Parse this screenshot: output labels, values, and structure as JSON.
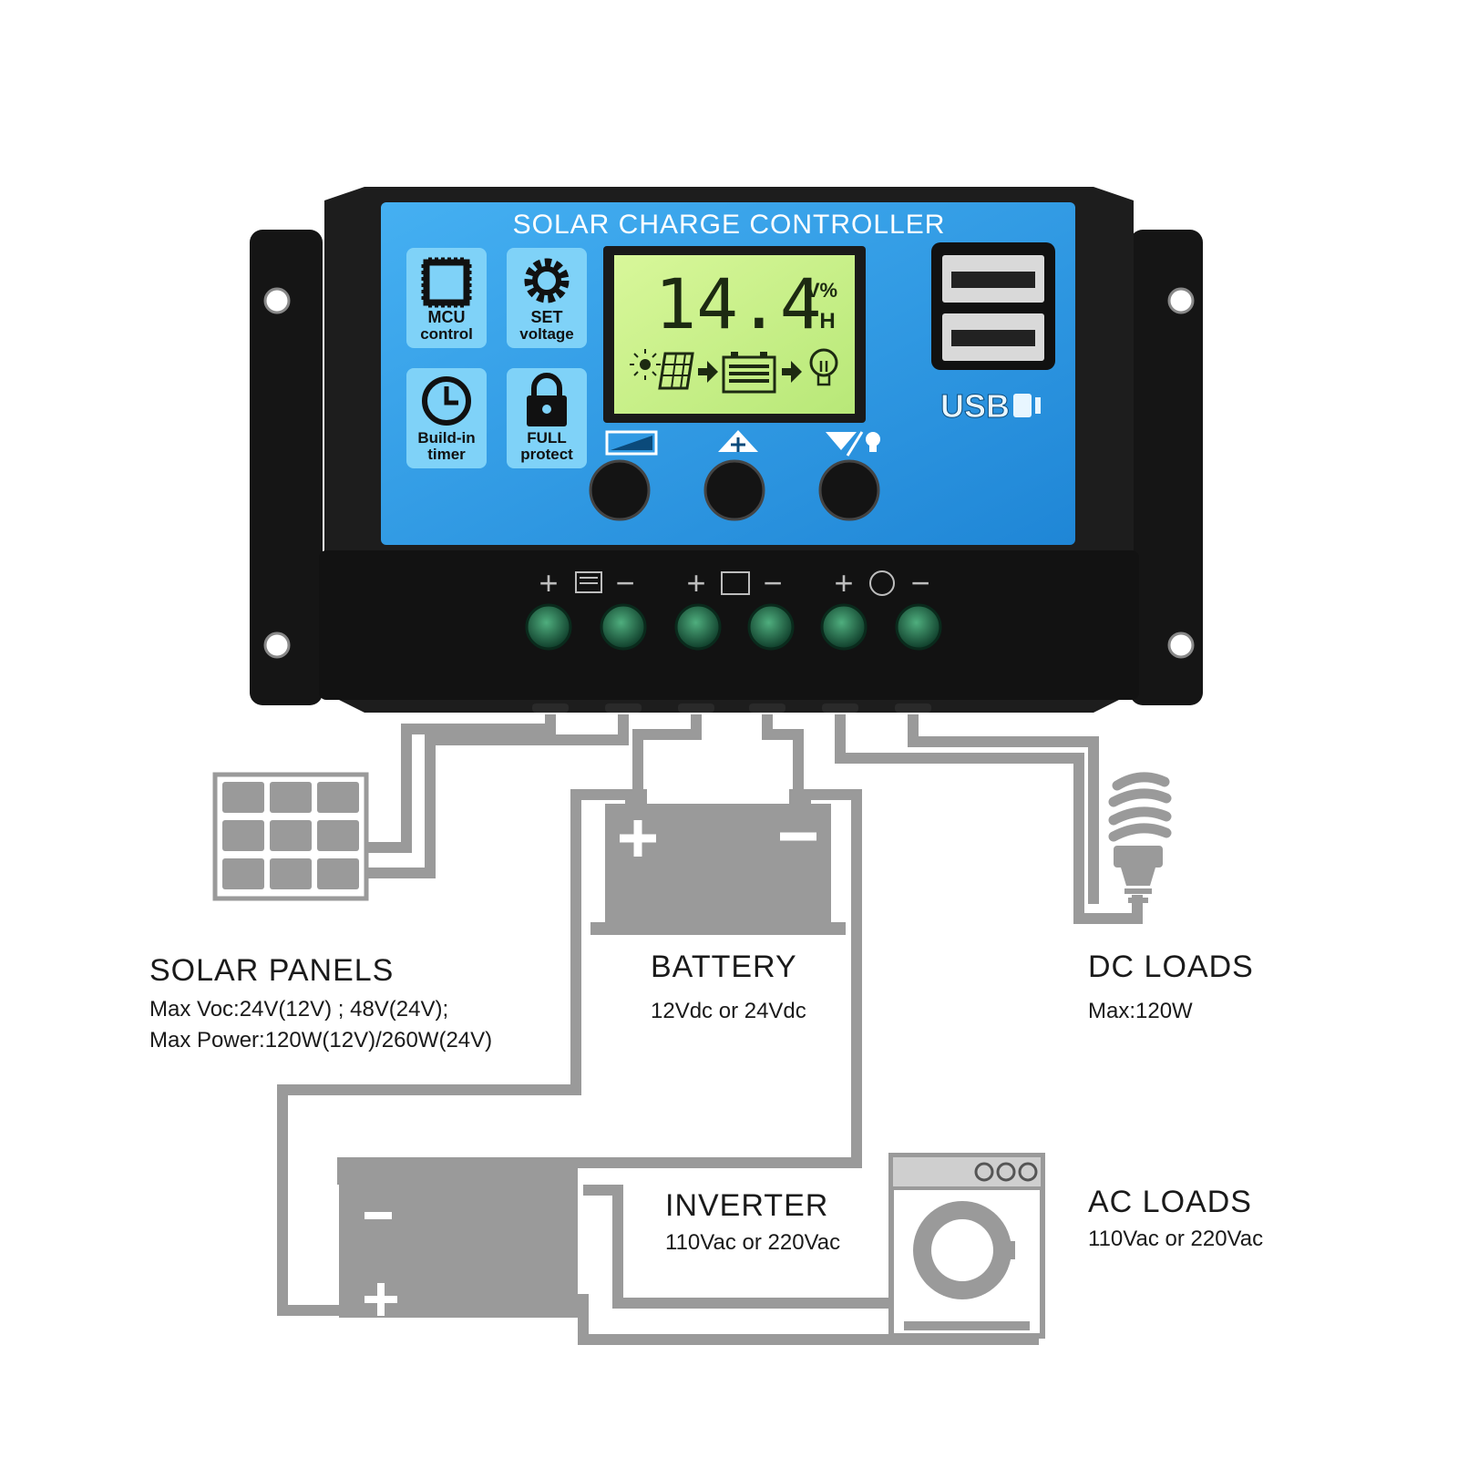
{
  "controller": {
    "title": "SOLAR CHARGE CONTROLLER",
    "features": [
      {
        "line1": "MCU",
        "line2": "control",
        "icon": "chip-icon"
      },
      {
        "line1": "SET",
        "line2": "voltage",
        "icon": "gear-icon"
      },
      {
        "line1": "Build-in",
        "line2": "timer",
        "icon": "clock-icon"
      },
      {
        "line1": "FULL",
        "line2": "protect",
        "icon": "lock-icon"
      }
    ],
    "lcd": {
      "reading": "14.4",
      "unit_top": "V%",
      "unit_bottom": "H"
    },
    "usb_label": "USB",
    "buttons": [
      "battery-menu-button",
      "up-button",
      "down-light-button"
    ],
    "terminal_signs": {
      "plus": "+",
      "minus": "−"
    },
    "colors": {
      "panel_blue": "#2f9be6",
      "lcd_green": "#c9f08a",
      "housing": "#1b1b1b",
      "terminal_green": "#1f6a4e",
      "wire_gray": "#9a9a9a"
    }
  },
  "components": {
    "solar_panels": {
      "title": "SOLAR  PANELS",
      "lines": [
        "Max  Voc:24V(12V) ; 48V(24V);",
        "Max  Power:120W(12V)/260W(24V)"
      ]
    },
    "battery": {
      "title": "BATTERY",
      "lines": [
        "12Vdc  or  24Vdc"
      ]
    },
    "dc_loads": {
      "title": "DC  LOADS",
      "lines": [
        "Max:120W"
      ]
    },
    "inverter": {
      "title": "INVERTER",
      "lines": [
        "110Vac  or  220Vac"
      ]
    },
    "ac_loads": {
      "title": "AC  LOADS",
      "lines": [
        "110Vac  or  220Vac"
      ]
    }
  }
}
